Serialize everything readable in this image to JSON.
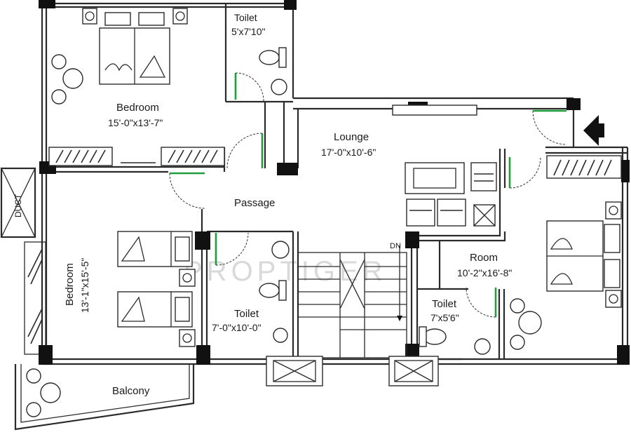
{
  "rooms": {
    "bedroom_top": {
      "name": "Bedroom",
      "dim": "15'-0\"x13'-7\""
    },
    "toilet_top": {
      "name": "Toilet",
      "dim": "5'x7'10\""
    },
    "lounge": {
      "name": "Lounge",
      "dim": "17'-0\"x10'-6\""
    },
    "passage": {
      "name": "Passage"
    },
    "bedroom_left": {
      "name": "Bedroom",
      "dim": "13'-1\"x15'-5\""
    },
    "toilet_mid": {
      "name": "Toilet",
      "dim": "7'-0\"x10'-0\""
    },
    "room": {
      "name": "Room",
      "dim": "10'-2\"x16'-8\""
    },
    "toilet_right": {
      "name": "Toilet",
      "dim": "7'x5'6\""
    },
    "balcony": {
      "name": "Balcony"
    },
    "duct": {
      "name": "DUCT"
    },
    "stair": {
      "label": "DN"
    }
  },
  "watermark": "PROPTIGER",
  "colors": {
    "door": "#1f9e3a",
    "wall": "#2a2a2a",
    "column": "#111111"
  }
}
